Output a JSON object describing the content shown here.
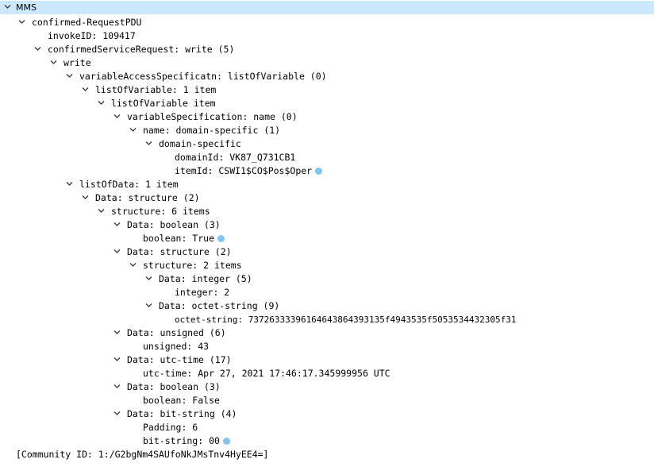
{
  "tree": {
    "rows": [
      {
        "text": "MMS",
        "expanded": true
      },
      {
        "text": "confirmed-RequestPDU",
        "expanded": true
      },
      {
        "text": "invokeID: 109417"
      },
      {
        "text": "confirmedServiceRequest: write (5)",
        "expanded": true
      },
      {
        "text": "write",
        "expanded": true
      },
      {
        "text": "variableAccessSpecificatn: listOfVariable (0)",
        "expanded": true
      },
      {
        "text": "listOfVariable: 1 item",
        "expanded": true
      },
      {
        "text": "listOfVariable item",
        "expanded": true
      },
      {
        "text": "variableSpecification: name (0)",
        "expanded": true
      },
      {
        "text": "name: domain-specific (1)",
        "expanded": true
      },
      {
        "text": "domain-specific",
        "expanded": true
      },
      {
        "text": "domainId: VK87_Q731CB1"
      },
      {
        "text": "itemId: CSWI1$CO$Pos$Oper",
        "marker": true
      },
      {
        "text": "listOfData: 1 item",
        "expanded": true
      },
      {
        "text": "Data: structure (2)",
        "expanded": true
      },
      {
        "text": "structure: 6 items",
        "expanded": true
      },
      {
        "text": "Data: boolean (3)",
        "expanded": true
      },
      {
        "text": "boolean: True",
        "marker": true
      },
      {
        "text": "Data: structure (2)",
        "expanded": true
      },
      {
        "text": "structure: 2 items",
        "expanded": true
      },
      {
        "text": "Data: integer (5)",
        "expanded": true
      },
      {
        "text": "integer: 2"
      },
      {
        "text": "Data: octet-string (9)",
        "expanded": true
      },
      {
        "text": "octet-string: 73726333396164643864393135f4943535f5053534432305f31"
      },
      {
        "text": "Data: unsigned (6)",
        "expanded": true
      },
      {
        "text": "unsigned: 43"
      },
      {
        "text": "Data: utc-time (17)",
        "expanded": true
      },
      {
        "text": "utc-time: Apr 27, 2021 17:46:17.345999956 UTC"
      },
      {
        "text": "Data: boolean (3)",
        "expanded": true
      },
      {
        "text": "boolean: False"
      },
      {
        "text": "Data: bit-string (4)",
        "expanded": true
      },
      {
        "text": "Padding: 6"
      },
      {
        "text": "bit-string: 00",
        "marker": true
      },
      {
        "text": "[Community ID: 1:/G2bgNm4SAUfoNkJMsTnv4HyEE4=]"
      }
    ]
  },
  "colors": {
    "selected_row": "#cce8ff",
    "marker": "#7dc7f2"
  }
}
